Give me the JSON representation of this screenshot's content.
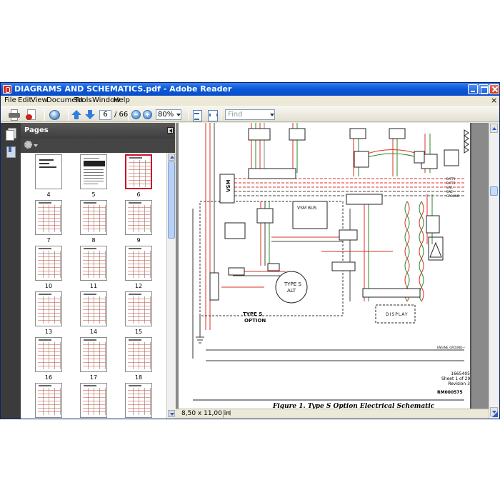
{
  "window": {
    "title": "DIAGRAMS AND SCHEMATICS.pdf - Adobe Reader"
  },
  "menu": [
    "File",
    "Edit",
    "View",
    "Document",
    "Tools",
    "Window",
    "Help"
  ],
  "toolbar": {
    "current_page": "6",
    "total_pages": "/ 66",
    "zoom": "80%",
    "find_placeholder": "Find"
  },
  "pages_panel": {
    "title": "Pages",
    "thumbnails": [
      {
        "label": "4"
      },
      {
        "label": "5"
      },
      {
        "label": "6",
        "selected": true
      },
      {
        "label": "7"
      },
      {
        "label": "8"
      },
      {
        "label": "9"
      },
      {
        "label": "10"
      },
      {
        "label": "11"
      },
      {
        "label": "12"
      },
      {
        "label": "13"
      },
      {
        "label": "14"
      },
      {
        "label": "15"
      },
      {
        "label": "16"
      },
      {
        "label": "17"
      },
      {
        "label": "18"
      }
    ]
  },
  "document": {
    "caption": "Figure 1. Type S Option Electrical Schematic",
    "sheet_number": "1665405",
    "sheet_of": "Sheet 1 of 29",
    "revision": "Revision 3",
    "drawing_no": "RM000575",
    "labels": {
      "vsm": "VSM",
      "vsm_bus": "VSM BUS",
      "type_s_alt_1": "TYPE S",
      "type_s_alt_2": "ALT",
      "type_s_option_1": "TYPE S",
      "type_s_option_2": "OPTION",
      "display": "DISPLAY",
      "engine_ground": "ENGINE_GROUND—",
      "batt1": "BATT1",
      "batt2": "BATT2",
      "sw1": "SW1",
      "sw2": "SW2",
      "ground": "GROUND"
    }
  },
  "status": {
    "page_size": "8,50 x 11,00 in"
  }
}
